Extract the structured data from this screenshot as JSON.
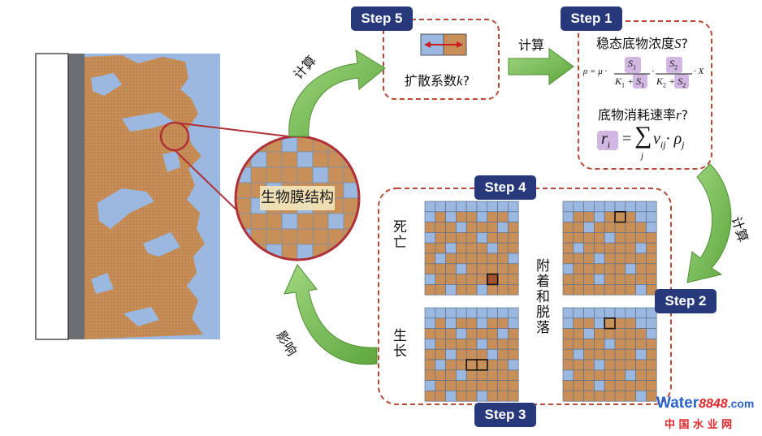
{
  "steps": {
    "s1": "Step 1",
    "s2": "Step 2",
    "s3": "Step 3",
    "s4": "Step 4",
    "s5": "Step 5"
  },
  "labels": {
    "biofilm_structure": "生物膜结构",
    "compute_left": "计算",
    "compute_mid": "计算",
    "compute_right": "计算",
    "influence": "影响",
    "death": "死亡",
    "growth": "生长",
    "attach_detach": "附着和脱落",
    "diffusion_text": "扩散系数",
    "diffusion_var": "k",
    "diffusion_q": "?",
    "substrate_conc_text": "稳态底物浓度",
    "substrate_conc_var": "S",
    "substrate_conc_q": "?",
    "consumption_text": "底物消耗速率",
    "consumption_var": "r",
    "consumption_q": "?"
  },
  "equations": {
    "rho_lhs": "ρ = μ ·",
    "s1_num": "S",
    "s1_num_sub": "1",
    "s1_den": "K",
    "s1_den_sub1": "1",
    "s1_den_plus": " + S",
    "s1_den_sub2": "1",
    "dot": "·",
    "s2_num": "S",
    "s2_num_sub": "2",
    "s2_den": "K",
    "s2_den_sub1": "2",
    "s2_den_plus": " + S",
    "s2_den_sub2": "2",
    "rho_tail": "· X",
    "ri": "r",
    "ri_sub": "i",
    "eq": "=",
    "sum": "∑",
    "sum_sub": "j",
    "v": "v",
    "v_sub": "ij",
    "rho": "· ρ",
    "rho_sub": "j"
  },
  "watermark": {
    "brand_w": "W",
    "brand_ater": "ater",
    "brand_num": "8848",
    "brand_dot": ".",
    "brand_com": "com",
    "chinese": "中 国 水 业 网"
  },
  "colors": {
    "navy": "#27397a",
    "arrow_green": "#7dc15f",
    "dashed_red": "#b84a35",
    "biofilm": "#c98f58",
    "water": "#9bb8e0",
    "highlight": "#f2e4b8"
  }
}
